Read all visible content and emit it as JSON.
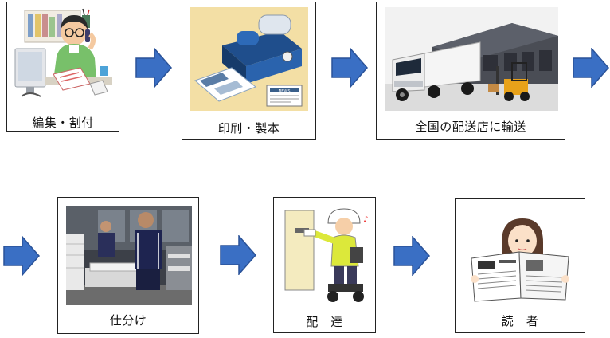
{
  "steps": [
    {
      "caption": "編集・割付",
      "icon": "editor-at-desk-illustration"
    },
    {
      "caption": "印刷・製本",
      "icon": "printing-press-illustration"
    },
    {
      "caption": "全国の配送店に輸送",
      "icon": "truck-warehouse-photo"
    },
    {
      "caption": "仕分け",
      "icon": "sorting-workers-photo"
    },
    {
      "caption": "配　達",
      "icon": "delivery-person-illustration"
    },
    {
      "caption": "読　者",
      "icon": "newspaper-reader-illustration"
    }
  ],
  "picture_text": {
    "news": "NEWS"
  },
  "colors": {
    "arrow_fill": "#3a6fc4",
    "arrow_stroke": "#2a5298",
    "border": "#222222"
  }
}
